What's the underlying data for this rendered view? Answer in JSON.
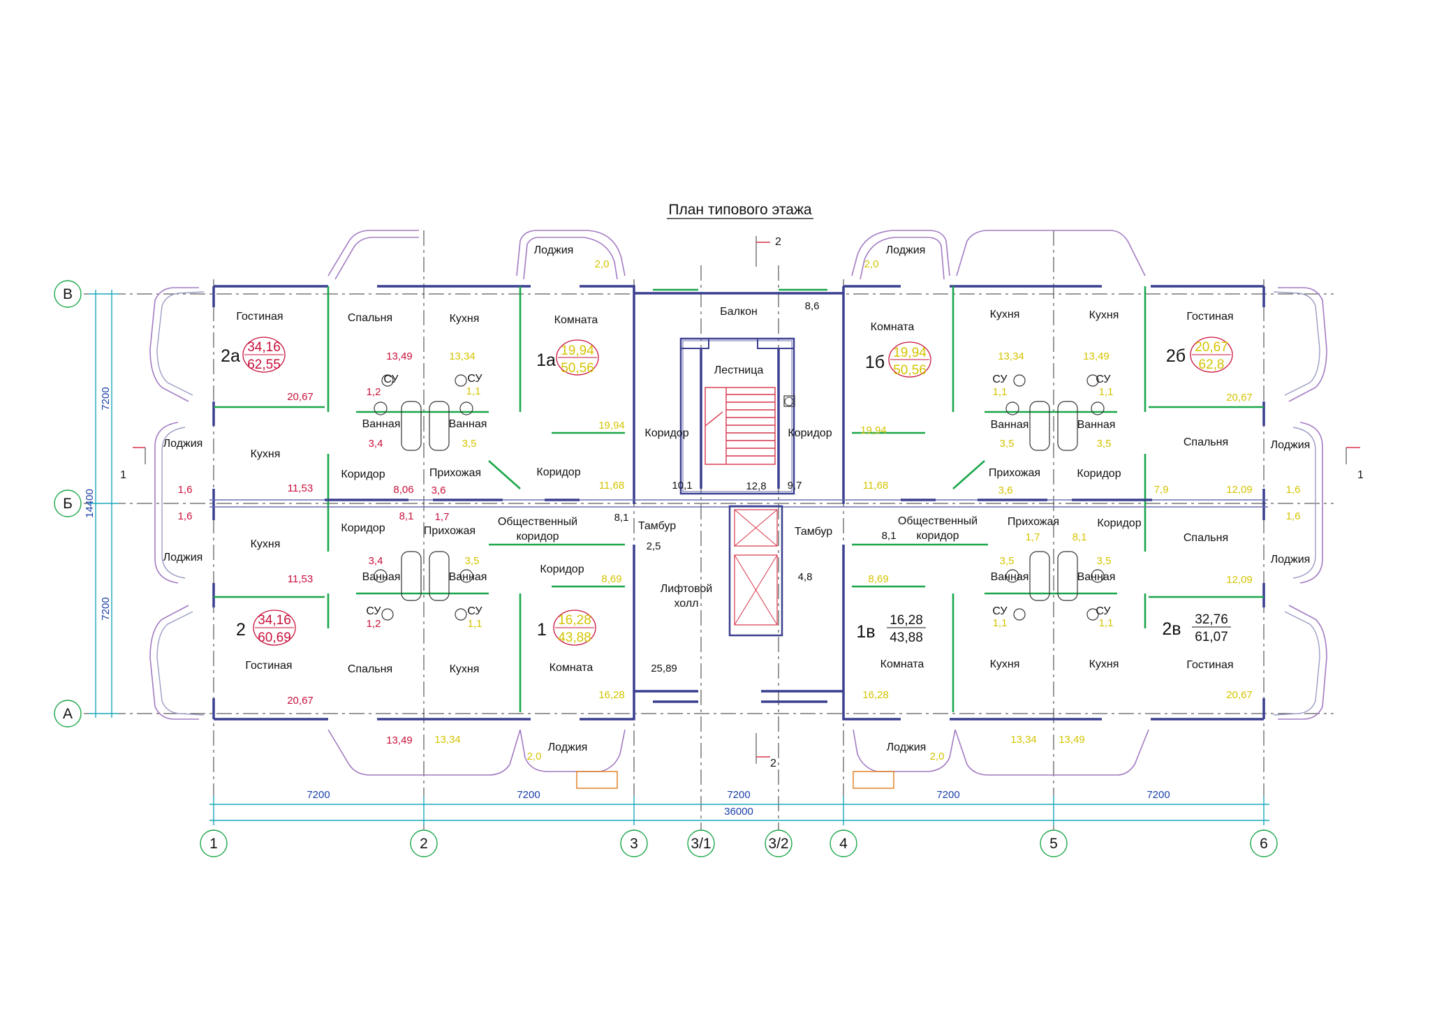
{
  "title": "План типового этажа",
  "section_marks": {
    "top": "2",
    "bottom": "2",
    "left": "1",
    "right": "1"
  },
  "axes": {
    "numbered": [
      "1",
      "2",
      "3",
      "3/1",
      "3/2",
      "4",
      "5",
      "6"
    ],
    "lettered": [
      "В",
      "Б",
      "А"
    ]
  },
  "dimensions": {
    "bays": [
      "7200",
      "7200",
      "7200",
      "7200",
      "7200"
    ],
    "total": "36000",
    "vertical_top": "7200",
    "vertical_bottom": "7200",
    "vertical_total": "14400"
  },
  "apartments": [
    {
      "id": "2а",
      "living": "34,16",
      "total": "62,55",
      "color": "red"
    },
    {
      "id": "1а",
      "living": "19,94",
      "total": "50,56",
      "color": "yellow"
    },
    {
      "id": "1б",
      "living": "19,94",
      "total": "50,56",
      "color": "yellow"
    },
    {
      "id": "2б",
      "living": "20,67",
      "total": "62,8",
      "color": "yellow"
    },
    {
      "id": "2",
      "living": "34,16",
      "total": "60,69",
      "color": "red"
    },
    {
      "id": "1",
      "living": "16,28",
      "total": "43,88",
      "color": "yellow"
    },
    {
      "id": "1в",
      "living": "16,28",
      "total": "43,88",
      "color": "black"
    },
    {
      "id": "2в",
      "living": "32,76",
      "total": "61,07",
      "color": "black"
    }
  ],
  "rooms": {
    "gostinaya": "Гостиная",
    "spalnya": "Спальня",
    "kukhnya": "Кухня",
    "komnata": "Комната",
    "lodzhiya": "Лоджия",
    "koridor": "Коридор",
    "vannaya": "Ванная",
    "su": "СУ",
    "prikhozhaya": "Прихожая",
    "balkon": "Балкон",
    "lestnitsa": "Лестница",
    "tambur": "Тамбур",
    "obshch_1": "Общественный",
    "obshch_2": "коридор",
    "lift_1": "Лифтовой",
    "lift_2": "холл"
  },
  "areas": {
    "red": [
      "13,49",
      "20,67",
      "1,2",
      "3,4",
      "1,6",
      "1,6",
      "11,53",
      "8,06",
      "3,6",
      "8,1",
      "1,7",
      "3,4",
      "11,53",
      "1,2",
      "20,67",
      "13,49"
    ],
    "yellow": [
      "2,0",
      "13,34",
      "1,1",
      "3,5",
      "19,94",
      "11,68",
      "3,5",
      "1,1",
      "8,69",
      "16,28",
      "13,34",
      "2,0",
      "2,0",
      "13,34",
      "13,49",
      "1,1",
      "1,1",
      "20,67",
      "19,94",
      "3,5",
      "3,5",
      "11,68",
      "3,6",
      "7,9",
      "12,09",
      "1,6",
      "1,6",
      "1,7",
      "8,1",
      "3,5",
      "3,5",
      "12,09",
      "8,69",
      "1,1",
      "1,1",
      "16,28",
      "20,67",
      "2,0",
      "13,34",
      "13,49"
    ],
    "black": [
      "8,6",
      "10,1",
      "12,8",
      "9,7",
      "8,1",
      "2,5",
      "4,8",
      "25,89",
      "8,1"
    ]
  }
}
